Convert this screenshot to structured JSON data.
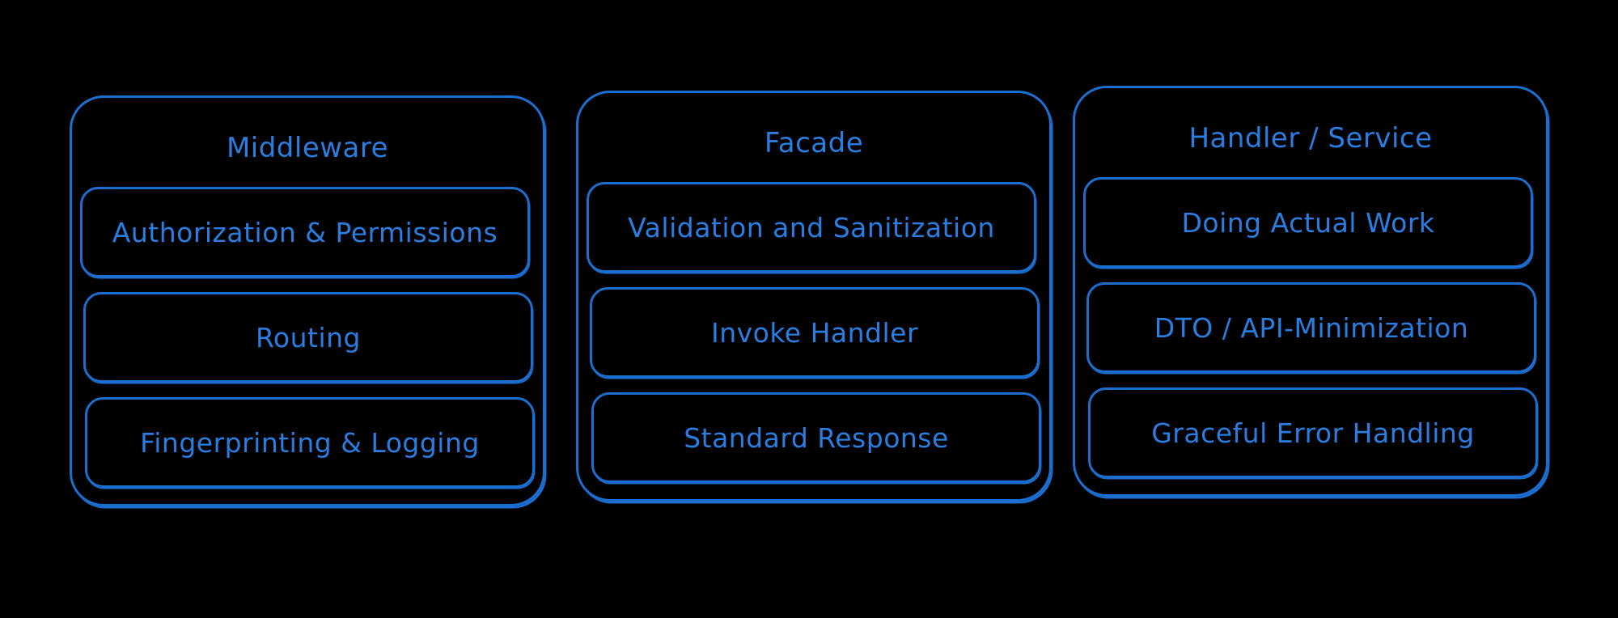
{
  "colors": {
    "background": "#000000",
    "stroke": "#1c6fd1",
    "text": "#2a7de1"
  },
  "panels": [
    {
      "title": "Middleware",
      "items": [
        "Authorization & Permissions",
        "Routing",
        "Fingerprinting & Logging"
      ]
    },
    {
      "title": "Facade",
      "items": [
        "Validation and Sanitization",
        "Invoke Handler",
        "Standard Response"
      ]
    },
    {
      "title": "Handler / Service",
      "items": [
        "Doing Actual Work",
        "DTO / API-Minimization",
        "Graceful Error Handling"
      ]
    }
  ]
}
